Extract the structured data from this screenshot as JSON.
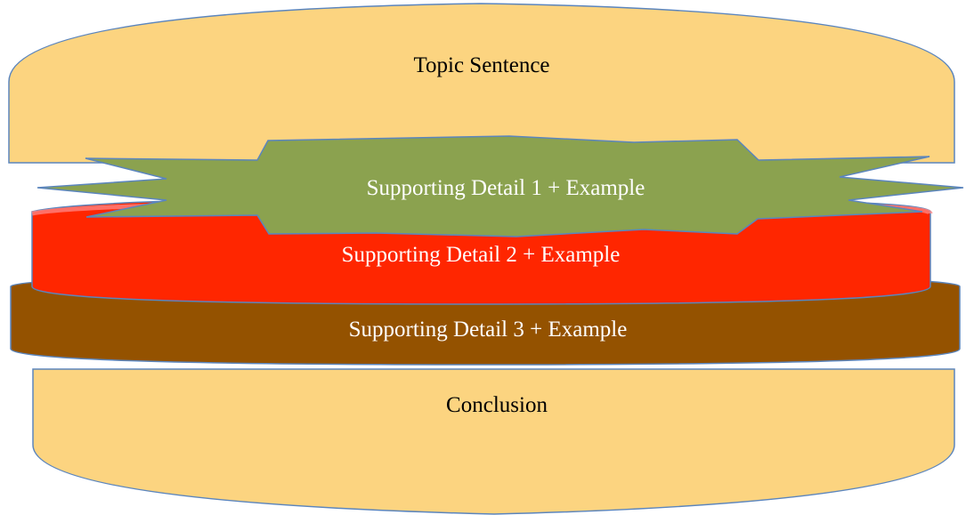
{
  "layers": {
    "top_bun": {
      "label": "Topic Sentence",
      "fill": "#fcd480",
      "text_color": "#000000"
    },
    "detail_1": {
      "label": "Supporting Detail 1 + Example",
      "fill": "#8ba24f",
      "text_color": "#ffffff"
    },
    "detail_2": {
      "label": "Supporting Detail 2 + Example",
      "fill": "#ff2600",
      "text_color": "#ffffff"
    },
    "detail_3": {
      "label": "Supporting Detail 3 + Example",
      "fill": "#945200",
      "text_color": "#ffffff"
    },
    "bottom_bun": {
      "label": "Conclusion",
      "fill": "#fcd480",
      "text_color": "#000000"
    }
  },
  "outline_color": "#5b85bd"
}
